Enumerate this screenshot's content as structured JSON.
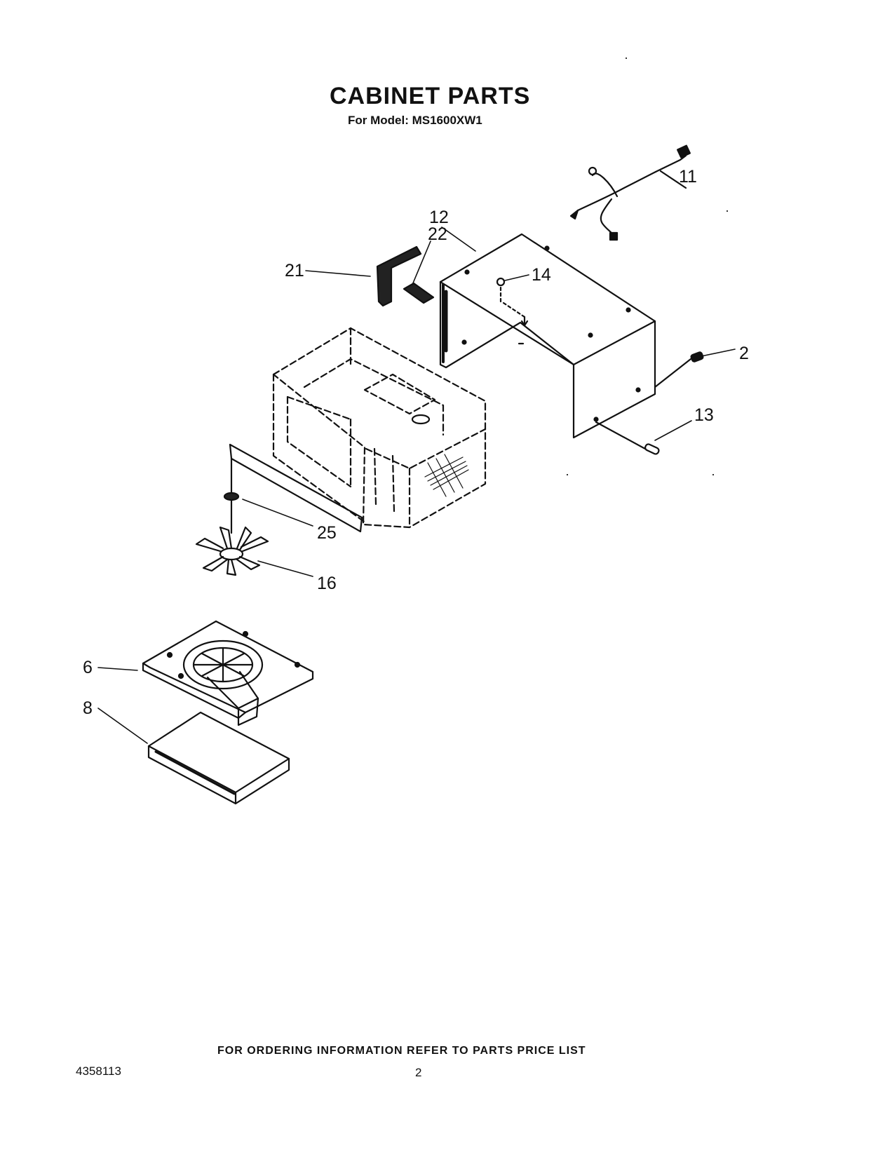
{
  "title": "CABINET PARTS",
  "subtitle": "For Model: MS1600XW1",
  "callouts": {
    "c11": "11",
    "c12": "12",
    "c22": "22",
    "c21": "21",
    "c14": "14",
    "c2": "2",
    "c13": "13",
    "c25": "25",
    "c16": "16",
    "c6": "6",
    "c8": "8"
  },
  "footer": {
    "ordering_note": "FOR ORDERING INFORMATION REFER TO PARTS PRICE LIST",
    "document_number": "4358113",
    "page_number": "2"
  }
}
